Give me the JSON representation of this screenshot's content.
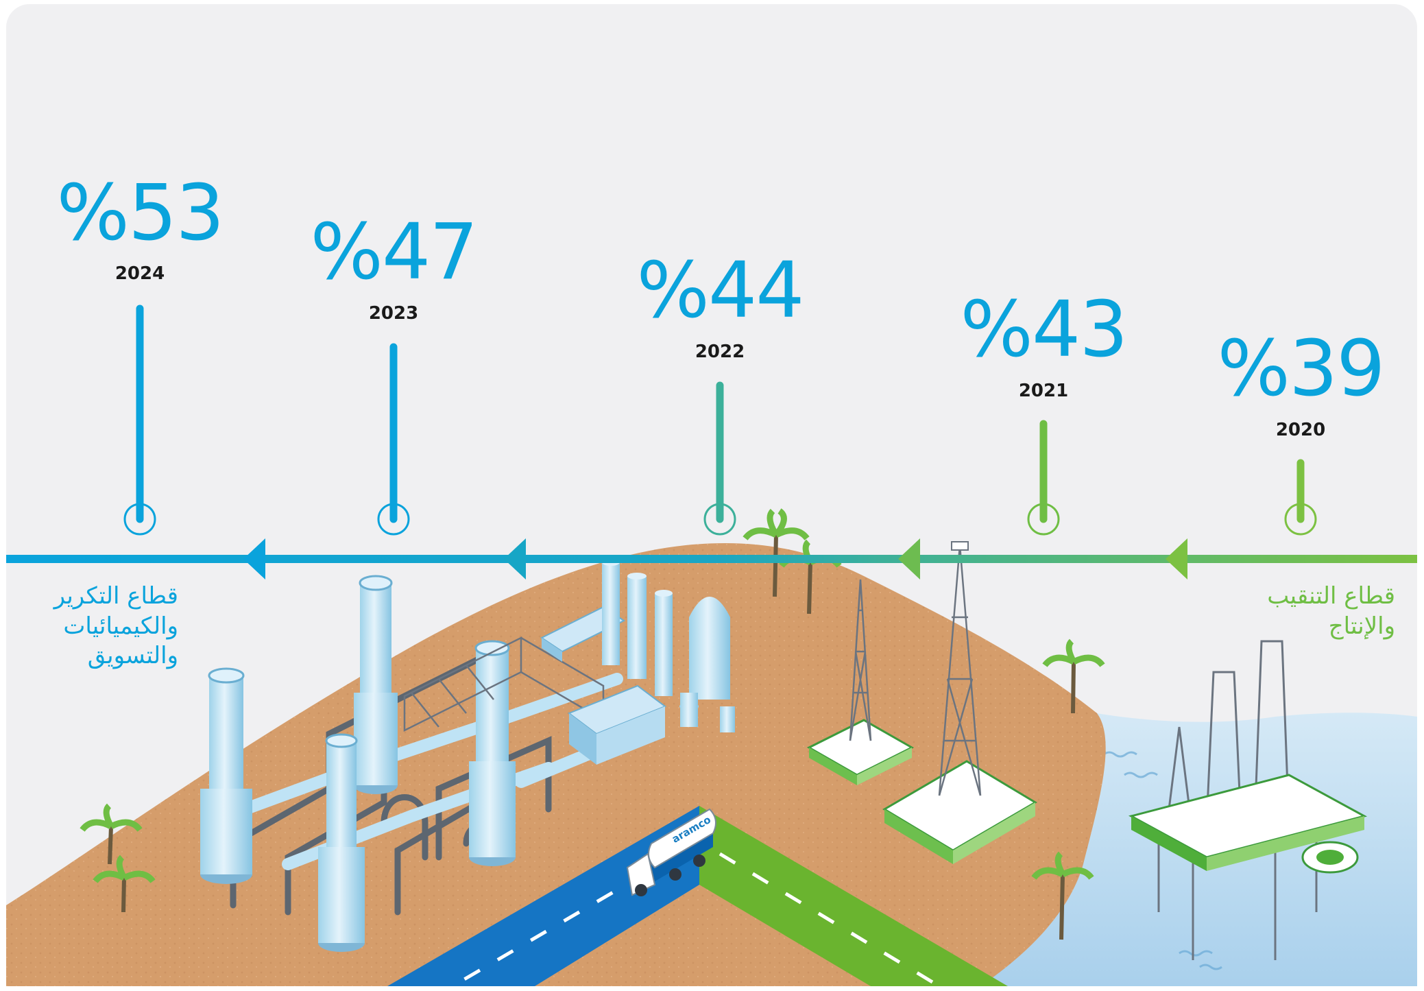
{
  "timeline": [
    {
      "pct": "%53",
      "year": "2024"
    },
    {
      "pct": "%47",
      "year": "2023"
    },
    {
      "pct": "%44",
      "year": "2022"
    },
    {
      "pct": "%43",
      "year": "2021"
    },
    {
      "pct": "%39",
      "year": "2020"
    }
  ],
  "sectors": {
    "downstream": [
      "قطاع التكرير",
      "والكيميائيات",
      "والتسويق"
    ],
    "upstream": [
      "قطاع التنقيب",
      "والإنتاج"
    ]
  },
  "truck_brand": "aramco",
  "colors": {
    "blue": "#0aa3dc",
    "teal": "#3cb09a",
    "green": "#6fbe44",
    "sand": "#d59d6b",
    "sky": "#f0f0f2",
    "sea": "#bddcf0",
    "road_blue": "#1575c4",
    "road_green": "#6ab42f",
    "text_dark": "#1a1a1a"
  }
}
